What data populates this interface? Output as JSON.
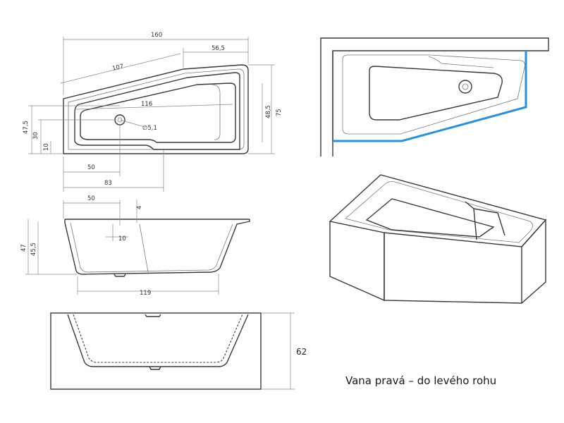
{
  "caption": "Vana pravá – do levého rohu",
  "top_view": {
    "width_total": "160",
    "short_side": "56,5",
    "angled_side": "107",
    "inner_length": "116",
    "depth_total": "75",
    "depth_short": "48,5",
    "drain_diameter": "∅5,1",
    "drain_y_outer": "47,5",
    "drain_y_inner": "30",
    "edge_offset": "10",
    "drain_x": "50",
    "bottom_length": "83"
  },
  "front_section": {
    "drain_x": "50",
    "rim_thickness": "4",
    "drain_offset": "10",
    "height_outer": "47",
    "height_inner": "45,5",
    "bottom_length": "119"
  },
  "front_elevation": {
    "height": "62"
  },
  "colors": {
    "accent_wall_edge": "#2e8fd6",
    "line": "#3a3a3a"
  }
}
